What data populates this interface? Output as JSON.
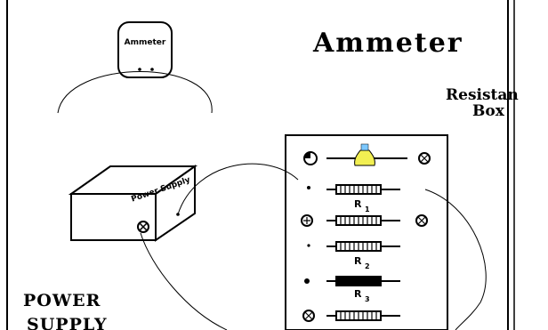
{
  "ammeter": {
    "device_label": "Ammeter",
    "title": "Ammeter"
  },
  "resistance_box": {
    "title_line1": "Resistan",
    "title_line2": "Box",
    "resistor_labels": [
      "R",
      "R",
      "R"
    ],
    "resistor_subscripts": [
      "1",
      "2",
      "3"
    ]
  },
  "power_supply": {
    "device_label": "Power Supply",
    "title_line1": "POWER",
    "title_line2": "SUPPLY"
  },
  "colors": {
    "bulb": "#f2ef52",
    "ink": "#000000",
    "background": "#ffffff"
  }
}
